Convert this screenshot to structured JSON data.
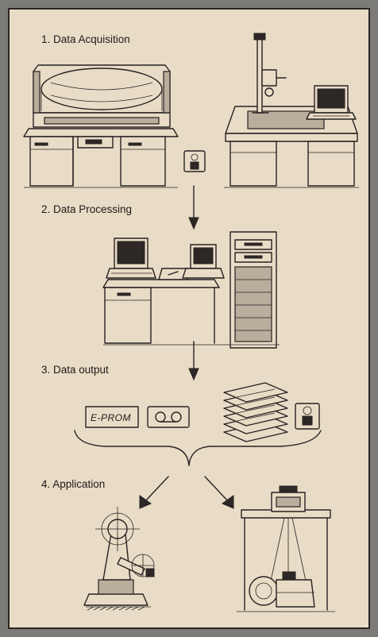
{
  "steps": [
    {
      "label": "1. Data Acquisition"
    },
    {
      "label": "2. Data Processing"
    },
    {
      "label": "3. Data output"
    },
    {
      "label": "4. Application"
    }
  ],
  "media": {
    "eprom_label": "E-PROM"
  },
  "colors": {
    "paper": "#e9dcc7",
    "ink": "#262220",
    "border": "#7d7b78"
  }
}
